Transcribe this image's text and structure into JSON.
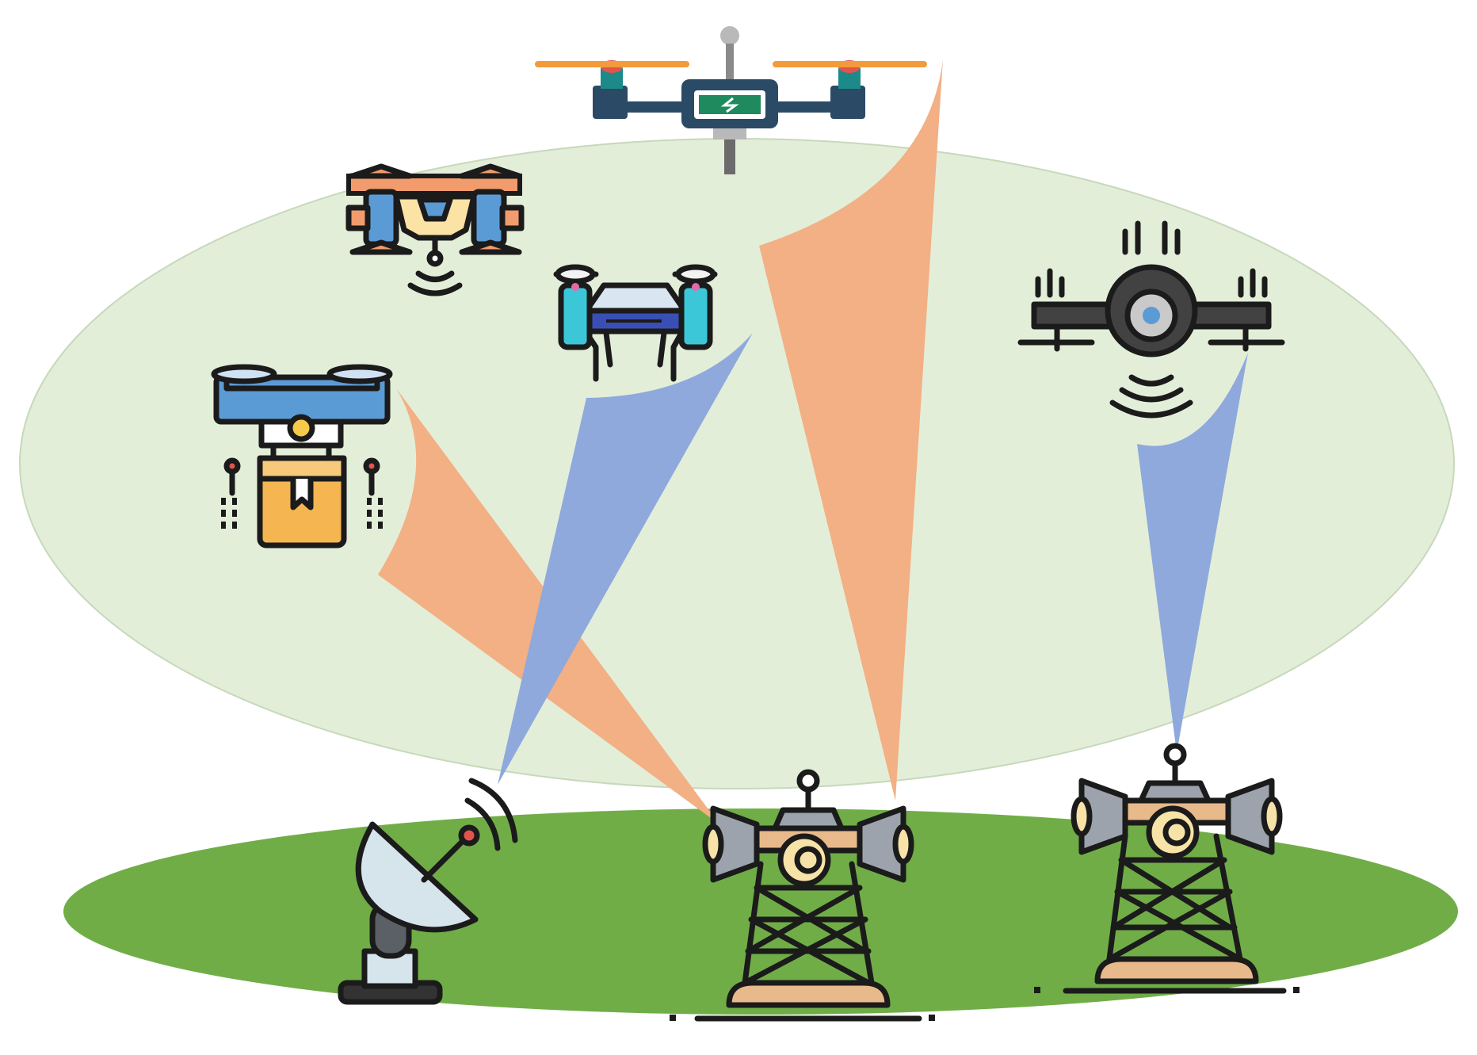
{
  "diagram": {
    "kind": "uav-network-illustration",
    "colors": {
      "airspace": "#e3eed9",
      "airspace_edge": "#c7d8bb",
      "ground": "#70ad47",
      "link_orange": "#f2b084",
      "link_blue": "#8fa9dc",
      "outline": "#1b1b1b"
    },
    "nodes": [
      {
        "id": "uav-relay-top",
        "icon": "relay-drone-icon"
      },
      {
        "id": "uav-signal",
        "icon": "signal-drone-icon"
      },
      {
        "id": "uav-quad",
        "icon": "quadcopter-drone-icon"
      },
      {
        "id": "uav-delivery",
        "icon": "delivery-drone-icon"
      },
      {
        "id": "uav-camera",
        "icon": "camera-drone-icon"
      },
      {
        "id": "ground-dish",
        "icon": "satellite-dish-icon"
      },
      {
        "id": "ground-tower-1",
        "icon": "cell-tower-icon"
      },
      {
        "id": "ground-tower-2",
        "icon": "cell-tower-icon"
      }
    ],
    "links": [
      {
        "from": "ground-tower-1",
        "to": "uav-delivery",
        "color": "orange"
      },
      {
        "from": "ground-tower-1",
        "to": "uav-relay-top",
        "color": "orange"
      },
      {
        "from": "ground-dish",
        "to": "uav-quad",
        "color": "blue"
      },
      {
        "from": "ground-tower-2",
        "to": "uav-camera",
        "color": "blue"
      }
    ]
  }
}
